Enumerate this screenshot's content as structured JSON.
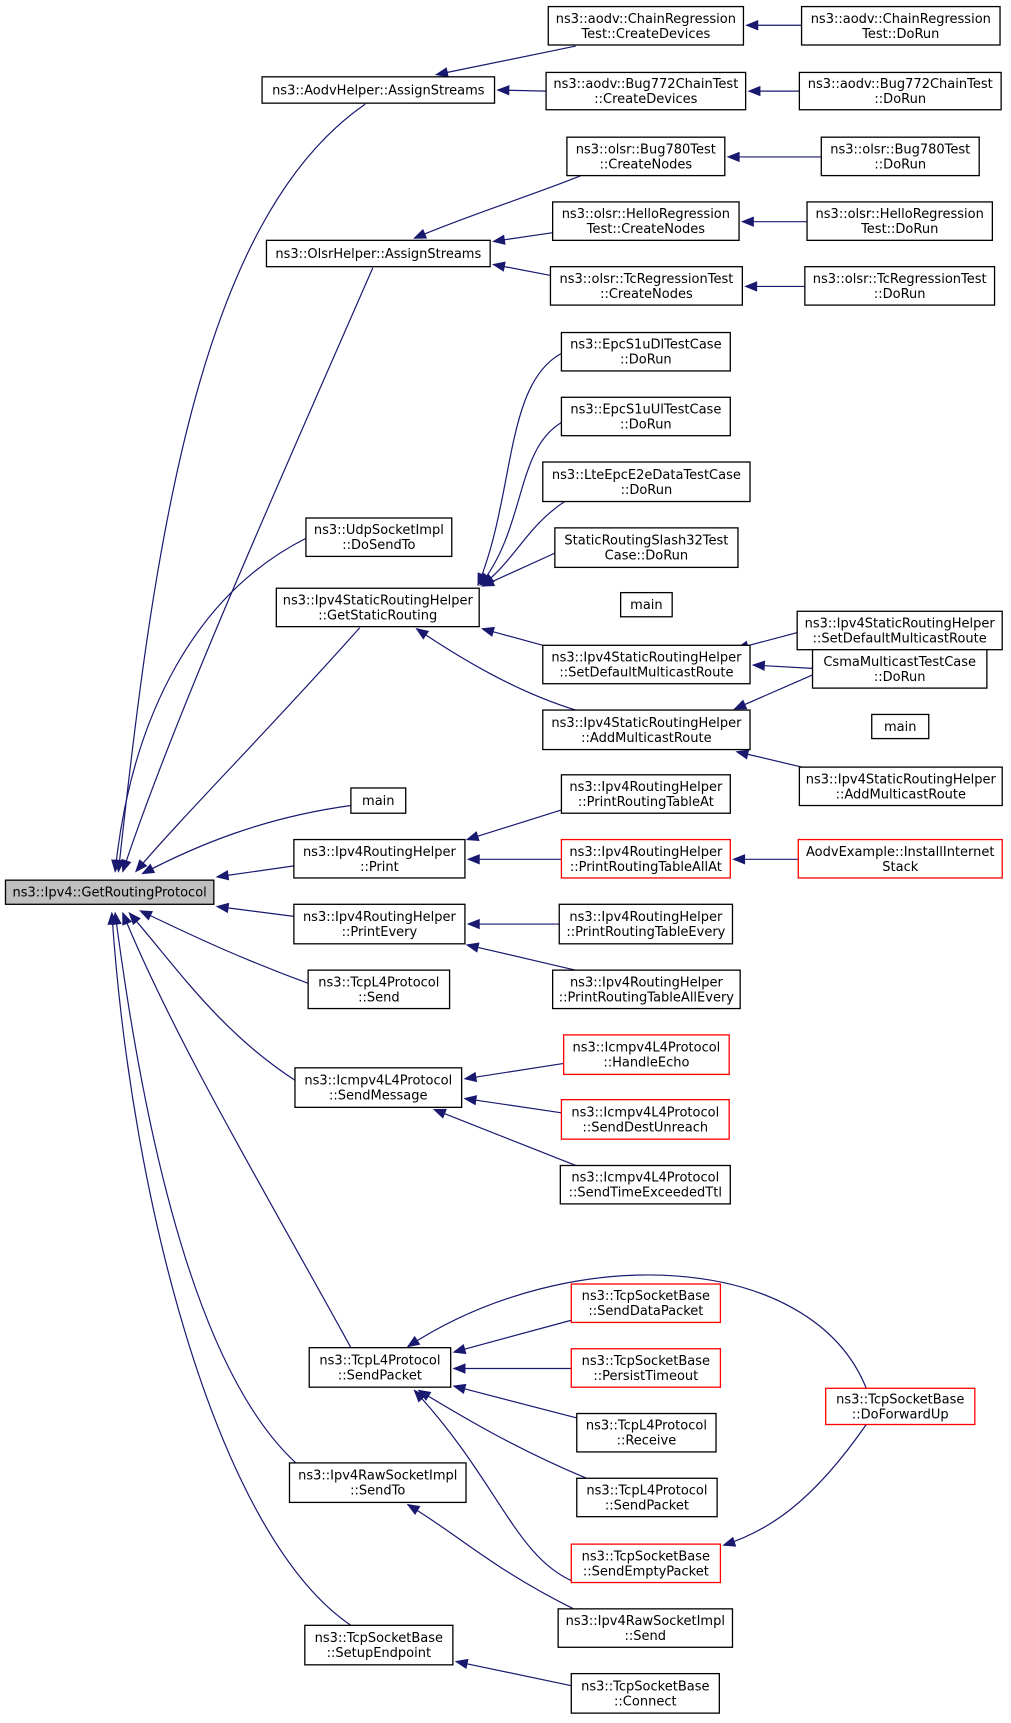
{
  "graph": {
    "nodes": [
      {
        "id": "root",
        "lines": [
          "ns3::Ipv4::GetRoutingProtocol"
        ],
        "style": "root"
      },
      {
        "id": "aodvAssign",
        "lines": [
          "ns3::AodvHelper::AssignStreams"
        ],
        "style": "normal"
      },
      {
        "id": "aodvChainCD",
        "lines": [
          "ns3::aodv::ChainRegression",
          "Test::CreateDevices"
        ],
        "style": "normal"
      },
      {
        "id": "aodvChainDo",
        "lines": [
          "ns3::aodv::ChainRegression",
          "Test::DoRun"
        ],
        "style": "normal"
      },
      {
        "id": "aodvBugCD",
        "lines": [
          "ns3::aodv::Bug772ChainTest",
          "::CreateDevices"
        ],
        "style": "normal"
      },
      {
        "id": "aodvBugDo",
        "lines": [
          "ns3::aodv::Bug772ChainTest",
          "::DoRun"
        ],
        "style": "normal"
      },
      {
        "id": "olsrAssign",
        "lines": [
          "ns3::OlsrHelper::AssignStreams"
        ],
        "style": "normal"
      },
      {
        "id": "olsrBugCN",
        "lines": [
          "ns3::olsr::Bug780Test",
          "::CreateNodes"
        ],
        "style": "normal"
      },
      {
        "id": "olsrBugDo",
        "lines": [
          "ns3::olsr::Bug780Test",
          "::DoRun"
        ],
        "style": "normal"
      },
      {
        "id": "olsrHelloCN",
        "lines": [
          "ns3::olsr::HelloRegression",
          "Test::CreateNodes"
        ],
        "style": "normal"
      },
      {
        "id": "olsrHelloDo",
        "lines": [
          "ns3::olsr::HelloRegression",
          "Test::DoRun"
        ],
        "style": "normal"
      },
      {
        "id": "olsrTcCN",
        "lines": [
          "ns3::olsr::TcRegressionTest",
          "::CreateNodes"
        ],
        "style": "normal"
      },
      {
        "id": "olsrTcDo",
        "lines": [
          "ns3::olsr::TcRegressionTest",
          "::DoRun"
        ],
        "style": "normal"
      },
      {
        "id": "epcDl",
        "lines": [
          "ns3::EpcS1uDlTestCase",
          "::DoRun"
        ],
        "style": "normal"
      },
      {
        "id": "epcUl",
        "lines": [
          "ns3::EpcS1uUlTestCase",
          "::DoRun"
        ],
        "style": "normal"
      },
      {
        "id": "lteEpc",
        "lines": [
          "ns3::LteEpcE2eDataTestCase",
          "::DoRun"
        ],
        "style": "normal"
      },
      {
        "id": "udpDoSend",
        "lines": [
          "ns3::UdpSocketImpl",
          "::DoSendTo"
        ],
        "style": "normal"
      },
      {
        "id": "staticSlash",
        "lines": [
          "StaticRoutingSlash32Test",
          "Case::DoRun"
        ],
        "style": "normal"
      },
      {
        "id": "getStatic",
        "lines": [
          "ns3::Ipv4StaticRoutingHelper",
          "::GetStaticRouting"
        ],
        "style": "normal"
      },
      {
        "id": "main1",
        "lines": [
          "main"
        ],
        "style": "normal"
      },
      {
        "id": "setDefMC",
        "lines": [
          "ns3::Ipv4StaticRoutingHelper",
          "::SetDefaultMulticastRoute"
        ],
        "style": "normal"
      },
      {
        "id": "setDefMC2",
        "lines": [
          "ns3::Ipv4StaticRoutingHelper",
          "::SetDefaultMulticastRoute"
        ],
        "style": "normal"
      },
      {
        "id": "csma",
        "lines": [
          "CsmaMulticastTestCase",
          "::DoRun"
        ],
        "style": "normal"
      },
      {
        "id": "addMC",
        "lines": [
          "ns3::Ipv4StaticRoutingHelper",
          "::AddMulticastRoute"
        ],
        "style": "normal"
      },
      {
        "id": "main2",
        "lines": [
          "main"
        ],
        "style": "normal"
      },
      {
        "id": "addMC2",
        "lines": [
          "ns3::Ipv4StaticRoutingHelper",
          "::AddMulticastRoute"
        ],
        "style": "normal"
      },
      {
        "id": "main3",
        "lines": [
          "main"
        ],
        "style": "normal"
      },
      {
        "id": "rhPrint",
        "lines": [
          "ns3::Ipv4RoutingHelper",
          "::Print"
        ],
        "style": "normal"
      },
      {
        "id": "rhPrintAt",
        "lines": [
          "ns3::Ipv4RoutingHelper",
          "::PrintRoutingTableAt"
        ],
        "style": "normal"
      },
      {
        "id": "rhPrintAllAt",
        "lines": [
          "ns3::Ipv4RoutingHelper",
          "::PrintRoutingTableAllAt"
        ],
        "style": "red"
      },
      {
        "id": "aodvExample",
        "lines": [
          "AodvExample::InstallInternet",
          "Stack"
        ],
        "style": "red"
      },
      {
        "id": "rhPrintEvery",
        "lines": [
          "ns3::Ipv4RoutingHelper",
          "::PrintEvery"
        ],
        "style": "normal"
      },
      {
        "id": "rhPRTEvery",
        "lines": [
          "ns3::Ipv4RoutingHelper",
          "::PrintRoutingTableEvery"
        ],
        "style": "normal"
      },
      {
        "id": "rhPRTAllEvery",
        "lines": [
          "ns3::Ipv4RoutingHelper",
          "::PrintRoutingTableAllEvery"
        ],
        "style": "normal"
      },
      {
        "id": "tcpL4Send",
        "lines": [
          "ns3::TcpL4Protocol",
          "::Send"
        ],
        "style": "normal"
      },
      {
        "id": "icmpSendMsg",
        "lines": [
          "ns3::Icmpv4L4Protocol",
          "::SendMessage"
        ],
        "style": "normal"
      },
      {
        "id": "icmpEcho",
        "lines": [
          "ns3::Icmpv4L4Protocol",
          "::HandleEcho"
        ],
        "style": "red"
      },
      {
        "id": "icmpDest",
        "lines": [
          "ns3::Icmpv4L4Protocol",
          "::SendDestUnreach"
        ],
        "style": "red"
      },
      {
        "id": "icmpTtl",
        "lines": [
          "ns3::Icmpv4L4Protocol",
          "::SendTimeExceededTtl"
        ],
        "style": "normal"
      },
      {
        "id": "tcpL4SendPkt",
        "lines": [
          "ns3::TcpL4Protocol",
          "::SendPacket"
        ],
        "style": "normal"
      },
      {
        "id": "tsbSendData",
        "lines": [
          "ns3::TcpSocketBase",
          "::SendDataPacket"
        ],
        "style": "red"
      },
      {
        "id": "tsbPersist",
        "lines": [
          "ns3::TcpSocketBase",
          "::PersistTimeout"
        ],
        "style": "red"
      },
      {
        "id": "tsbForward",
        "lines": [
          "ns3::TcpSocketBase",
          "::DoForwardUp"
        ],
        "style": "red"
      },
      {
        "id": "tcpL4Recv",
        "lines": [
          "ns3::TcpL4Protocol",
          "::Receive"
        ],
        "style": "normal"
      },
      {
        "id": "tcpL4SendPkt2",
        "lines": [
          "ns3::TcpL4Protocol",
          "::SendPacket"
        ],
        "style": "normal"
      },
      {
        "id": "rawSendTo",
        "lines": [
          "ns3::Ipv4RawSocketImpl",
          "::SendTo"
        ],
        "style": "normal"
      },
      {
        "id": "tsbEmpty",
        "lines": [
          "ns3::TcpSocketBase",
          "::SendEmptyPacket"
        ],
        "style": "red"
      },
      {
        "id": "rawSend",
        "lines": [
          "ns3::Ipv4RawSocketImpl",
          "::Send"
        ],
        "style": "normal"
      },
      {
        "id": "tsbSetup",
        "lines": [
          "ns3::TcpSocketBase",
          "::SetupEndpoint"
        ],
        "style": "normal"
      },
      {
        "id": "tsbConnect",
        "lines": [
          "ns3::TcpSocketBase",
          "::Connect"
        ],
        "style": "normal"
      }
    ],
    "edges": [
      [
        "aodvAssign",
        "root"
      ],
      [
        "olsrAssign",
        "root"
      ],
      [
        "udpDoSend",
        "root"
      ],
      [
        "getStatic",
        "root"
      ],
      [
        "main1",
        "root"
      ],
      [
        "rhPrint",
        "root"
      ],
      [
        "rhPrintEvery",
        "root"
      ],
      [
        "tcpL4Send",
        "root"
      ],
      [
        "icmpSendMsg",
        "root"
      ],
      [
        "tcpL4SendPkt",
        "root"
      ],
      [
        "rawSendTo",
        "root"
      ],
      [
        "tsbSetup",
        "root"
      ],
      [
        "aodvChainCD",
        "aodvAssign"
      ],
      [
        "aodvBugCD",
        "aodvAssign"
      ],
      [
        "aodvChainDo",
        "aodvChainCD"
      ],
      [
        "aodvBugDo",
        "aodvBugCD"
      ],
      [
        "olsrBugCN",
        "olsrAssign"
      ],
      [
        "olsrHelloCN",
        "olsrAssign"
      ],
      [
        "olsrTcCN",
        "olsrAssign"
      ],
      [
        "olsrBugDo",
        "olsrBugCN"
      ],
      [
        "olsrHelloDo",
        "olsrHelloCN"
      ],
      [
        "olsrTcDo",
        "olsrTcCN"
      ],
      [
        "epcDl",
        "getStatic"
      ],
      [
        "epcUl",
        "getStatic"
      ],
      [
        "lteEpc",
        "getStatic"
      ],
      [
        "staticSlash",
        "getStatic"
      ],
      [
        "main2",
        "getStatic"
      ],
      [
        "setDefMC",
        "getStatic"
      ],
      [
        "addMC",
        "getStatic"
      ],
      [
        "setDefMC2",
        "setDefMC"
      ],
      [
        "csma",
        "setDefMC"
      ],
      [
        "main3",
        "setDefMC"
      ],
      [
        "csma",
        "addMC"
      ],
      [
        "main3",
        "addMC"
      ],
      [
        "addMC2",
        "addMC"
      ],
      [
        "rhPrintAt",
        "rhPrint"
      ],
      [
        "rhPrintAllAt",
        "rhPrint"
      ],
      [
        "aodvExample",
        "rhPrintAllAt"
      ],
      [
        "rhPRTEvery",
        "rhPrintEvery"
      ],
      [
        "rhPRTAllEvery",
        "rhPrintEvery"
      ],
      [
        "icmpEcho",
        "icmpSendMsg"
      ],
      [
        "icmpDest",
        "icmpSendMsg"
      ],
      [
        "icmpTtl",
        "icmpSendMsg"
      ],
      [
        "tsbSendData",
        "tcpL4SendPkt"
      ],
      [
        "tsbPersist",
        "tcpL4SendPkt"
      ],
      [
        "tsbForward",
        "tcpL4SendPkt"
      ],
      [
        "tcpL4Recv",
        "tcpL4SendPkt"
      ],
      [
        "tcpL4SendPkt2",
        "tcpL4SendPkt"
      ],
      [
        "tsbEmpty",
        "tcpL4SendPkt"
      ],
      [
        "tsbForward",
        "tsbEmpty"
      ],
      [
        "rawSend",
        "rawSendTo"
      ],
      [
        "tsbConnect",
        "tsbSetup"
      ]
    ]
  }
}
